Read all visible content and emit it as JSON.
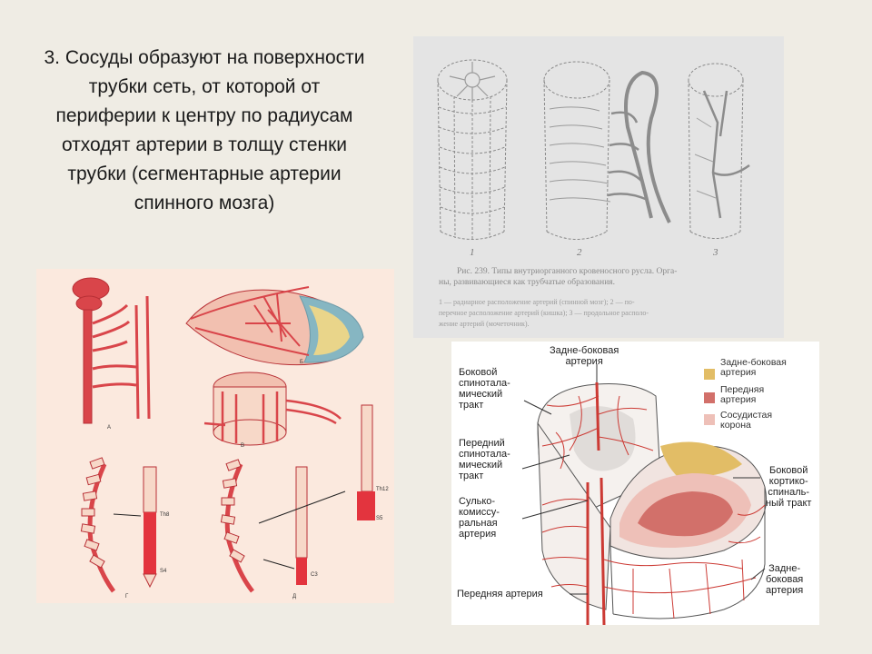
{
  "title": {
    "lines": [
      "3. Сосуды образуют на поверхности",
      "трубки сеть, от которой от",
      "периферии к центру  по радиусам",
      "отходят артерии  в толщу стенки",
      "трубки (сегментарные артерии",
      "спинного мозга)"
    ]
  },
  "top_figure": {
    "numbers": [
      "1",
      "2",
      "3"
    ],
    "caption": {
      "line1": "Рис. 239. Типы внутриорганного кровеносного русла. Орга-",
      "line2": "ны, развивающиеся как трубчатые образования.",
      "line3": "1 — радиарное расположение артерий (спинной мозг); 2 — по-",
      "line4": "перечное расположение артерий (кишка); 3 — продольное располо-",
      "line5": "жение артерий (мочеточник)."
    }
  },
  "left_figure": {
    "panel_letters": [
      "А",
      "Б",
      "В",
      "Г",
      "Д"
    ],
    "small_labels": [
      "Th8",
      "S4",
      "C3",
      "Th12",
      "S5"
    ]
  },
  "right_figure": {
    "labels": {
      "top": "Задне-боковая\nартерия",
      "lateral_st": "Боковой\nспинотала-\nмический\nтракт",
      "anterior_st": "Передний\nспинотала-\nмический\nтракт",
      "sulco": "Сулько-\nкомиссу-\nральная\nартерия",
      "anterior": "Передняя артерия",
      "lateral_cs": "Боковой\nкортико-\nспиналь-\nный тракт",
      "posterolateral_bottom": "Задне-\nбоковая\nартерия"
    },
    "legend": [
      {
        "text": "Задне-боковая\nартерия",
        "color": "#e2bd66"
      },
      {
        "text": "Передняя\nартерия",
        "color": "#d2706a"
      },
      {
        "text": "Сосудистая\nкорона",
        "color": "#eec0b8"
      }
    ]
  }
}
